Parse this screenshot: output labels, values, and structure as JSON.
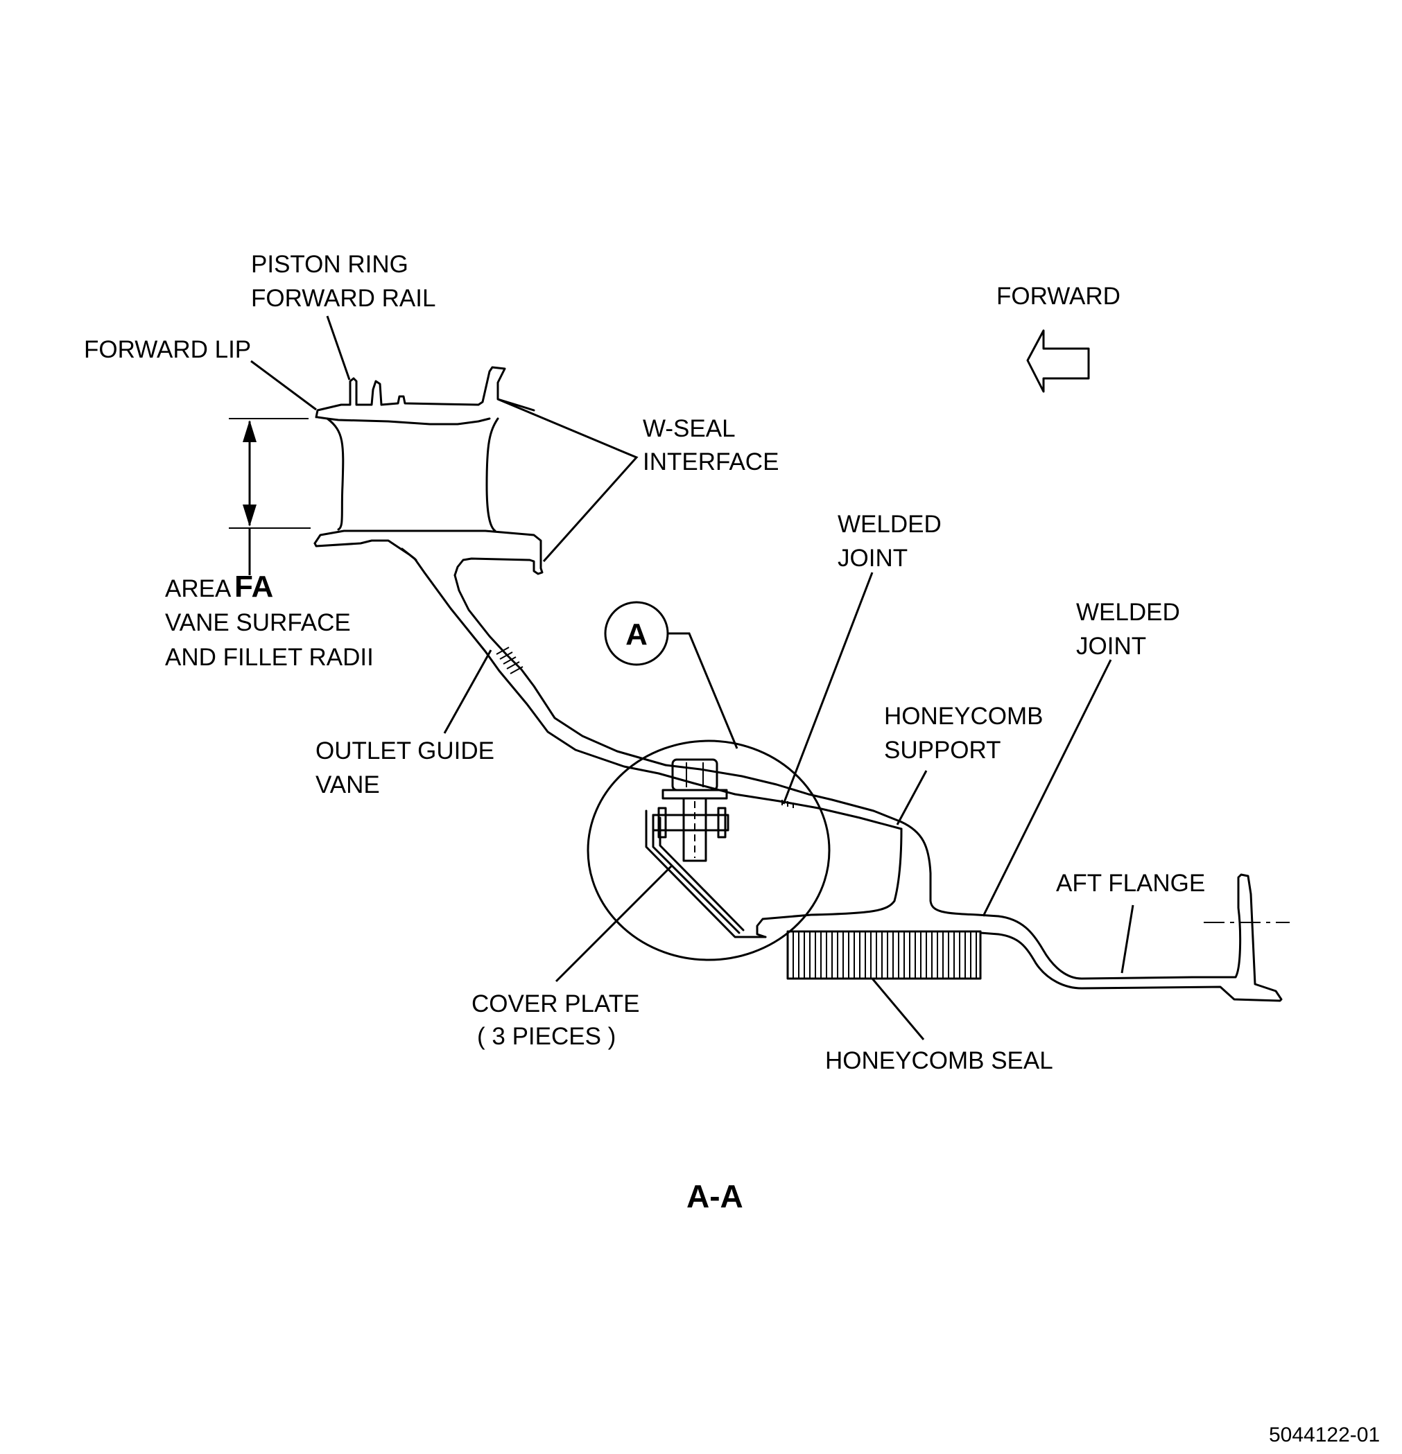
{
  "labels": {
    "piston_ring_line1": "PISTON RING",
    "piston_ring_line2": "FORWARD RAIL",
    "forward_lip": "FORWARD LIP",
    "forward": "FORWARD",
    "w_seal_line1": "W-SEAL",
    "w_seal_line2": "INTERFACE",
    "welded_joint_1_line1": "WELDED",
    "welded_joint_1_line2": "JOINT",
    "welded_joint_2_line1": "WELDED",
    "welded_joint_2_line2": "JOINT",
    "area_prefix": "AREA",
    "area_code": "FA",
    "area_line2": "VANE SURFACE",
    "area_line3": "AND FILLET RADII",
    "detail_callout": "A",
    "outlet_guide_vane_line1": "OUTLET GUIDE",
    "outlet_guide_vane_line2": "VANE",
    "honeycomb_support_line1": "HONEYCOMB",
    "honeycomb_support_line2": "SUPPORT",
    "aft_flange": "AFT FLANGE",
    "cover_plate_line1": "COVER PLATE",
    "cover_plate_line2": "( 3 PIECES )",
    "honeycomb_seal": "HONEYCOMB SEAL",
    "section_title": "A-A",
    "figure_number": "5044122-01"
  },
  "colors": {
    "line": "#000000",
    "background": "#ffffff"
  }
}
